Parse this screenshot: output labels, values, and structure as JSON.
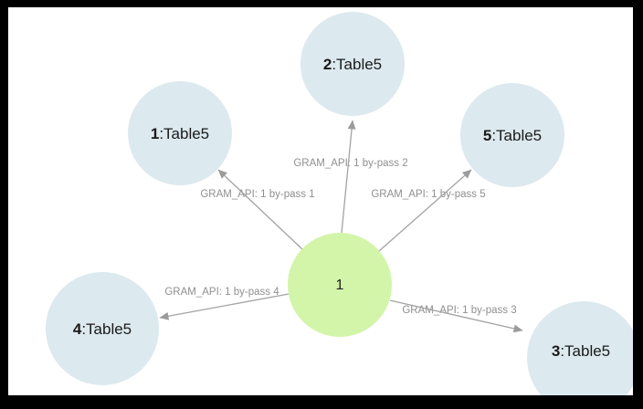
{
  "graph": {
    "center_node": {
      "label": "1"
    },
    "nodes": [
      {
        "id": "1",
        "suffix": ":Table5"
      },
      {
        "id": "2",
        "suffix": ":Table5"
      },
      {
        "id": "5",
        "suffix": ":Table5"
      },
      {
        "id": "4",
        "suffix": ":Table5"
      },
      {
        "id": "3",
        "suffix": ":Table5"
      }
    ],
    "edges": [
      {
        "label": "GRAM_API: 1 by-pass 1"
      },
      {
        "label": "GRAM_API: 1 by-pass 2"
      },
      {
        "label": "GRAM_API: 1 by-pass 5"
      },
      {
        "label": "GRAM_API: 1 by-pass 4"
      },
      {
        "label": "GRAM_API: 1 by-pass 3"
      }
    ],
    "colors": {
      "center_fill": "#d2f5a9",
      "satellite_fill": "#dce9ef",
      "edge": "#a3a3a3",
      "edge_label": "#8f8f8f",
      "frame": "#000000",
      "background": "#ffffff"
    }
  }
}
